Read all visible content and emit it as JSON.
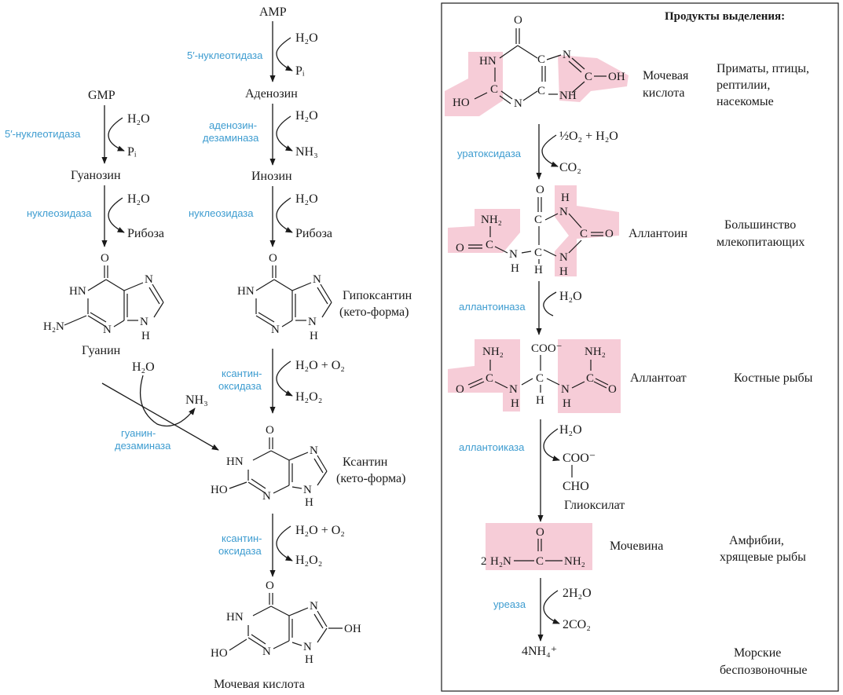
{
  "colors": {
    "enzyme_text": "#3d9cd0",
    "highlight": "#f5c3d0",
    "text": "#1a1a1a"
  },
  "left": {
    "amp": "AMP",
    "gmp": "GMP",
    "enz_5nuc_a": "5′-нуклеотидаза",
    "enz_5nuc_b": "5′-нуклеотидаза",
    "h2o": "H₂O",
    "pi": "Pᵢ",
    "adenosine": "Аденозин",
    "guanosine": "Гуанозин",
    "enz_aden_deam_1": "аденозин-",
    "enz_aden_deam_2": "дезаминаза",
    "nh3": "NH₃",
    "inosine": "Инозин",
    "enz_nucleosidase": "нуклеозидаза",
    "ribose": "Рибоза",
    "guanine": "Гуанин",
    "hypoxanthine_1": "Гипоксантин",
    "hypoxanthine_2": "(кето-форма)",
    "enz_xo_1": "ксантин-",
    "enz_xo_2": "оксидаза",
    "h2o_o2": "H₂O + O₂",
    "h2o2": "H₂O₂",
    "enz_guan_deam_1": "гуанин-",
    "enz_guan_deam_2": "дезаминаза",
    "xanthine_1": "Ксантин",
    "xanthine_2": "(кето-форма)",
    "uric_acid": "Мочевая кислота"
  },
  "right": {
    "header": "Продукты выделения:",
    "uric_acid_1": "Мочевая",
    "uric_acid_2": "кислота",
    "org1_1": "Приматы, птицы,",
    "org1_2": "рептилии,",
    "org1_3": "насекомые",
    "half_o2": "½O₂ + H₂O",
    "enz_urate": "уратоксидаза",
    "co2": "CO₂",
    "allantoin": "Аллантоин",
    "org2_1": "Большинство",
    "org2_2": "млекопитающих",
    "enz_allantoinase": "аллантоиназа",
    "h2o": "H₂O",
    "allantoate": "Аллантоат",
    "org3": "Костные рыбы",
    "enz_allantoicase": "аллантоиказа",
    "coo": "COO⁻",
    "cho": "CHO",
    "glyoxylate": "Глиоксилат",
    "urea_coef": "2",
    "urea": "Мочевина",
    "org4_1": "Амфибии,",
    "org4_2": "хрящевые рыбы",
    "enz_urease": "уреаза",
    "two_h2o": "2H₂O",
    "two_co2": "2CO₂",
    "nh4": "4NH₄⁺",
    "org5_1": "Морские",
    "org5_2": "беспозвоночные"
  },
  "atoms": {
    "O": "O",
    "N": "N",
    "C": "C",
    "H": "H",
    "HN": "HN",
    "NH": "NH",
    "OH": "OH",
    "HO": "HO",
    "H2N": "H₂N",
    "NH2": "NH₂",
    "COO": "COO⁻"
  }
}
